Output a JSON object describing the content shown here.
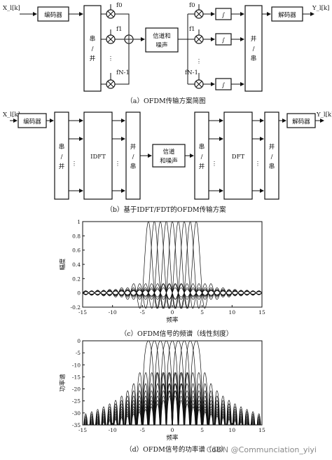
{
  "diagram_a": {
    "input": "X_l[k]",
    "encoder": "编码器",
    "sp": "串/并",
    "channel": "信道和噪声",
    "ps": "并/串",
    "decoder": "解码器",
    "output": "Y_l[k]",
    "f0": "f0",
    "f1": "f1",
    "fn1": "fN-1",
    "int": "∫",
    "caption": "（a）OFDM传输方案简图"
  },
  "diagram_b": {
    "input": "X_l[k]",
    "encoder": "编码器",
    "sp": "串/并",
    "idft": "IDFT",
    "ps": "并/串",
    "channel": "信道和噪声",
    "sp2": "串/并",
    "dft": "DFT",
    "ps2": "并/串",
    "decoder": "解码器",
    "output": "Y_l[k]",
    "caption": "（b）基于IDFT/FDT的OFDM传输方案"
  },
  "chart_data": [
    {
      "type": "line",
      "ylabel": "幅度",
      "xlabel": "频率",
      "xlim": [
        -15,
        15
      ],
      "ylim": [
        -0.2,
        1
      ],
      "xticks": [
        -15,
        -10,
        -5,
        0,
        5,
        10,
        15
      ],
      "yticks": [
        -0.2,
        0,
        0.2,
        0.4,
        0.6,
        0.8,
        1
      ],
      "subcarrier_centers": [
        -4,
        -3,
        -2,
        -1,
        0,
        1,
        2,
        3,
        4
      ],
      "caption": "（c）OFDM信号的频谱（线性刻度）"
    },
    {
      "type": "line",
      "ylabel": "功率谱",
      "xlabel": "频率",
      "xlim": [
        -15,
        15
      ],
      "ylim": [
        -35,
        0
      ],
      "xticks": [
        -15,
        -10,
        -5,
        0,
        5,
        10,
        15
      ],
      "yticks": [
        0,
        -5,
        -10,
        -15,
        -20,
        -25,
        -30,
        -35
      ],
      "subcarrier_centers": [
        -4,
        -3,
        -2,
        -1,
        0,
        1,
        2,
        3,
        4
      ],
      "caption": "（d）OFDM信号的功率谱（dB）"
    }
  ],
  "watermark": "CSDN @Communciation_yiyi"
}
